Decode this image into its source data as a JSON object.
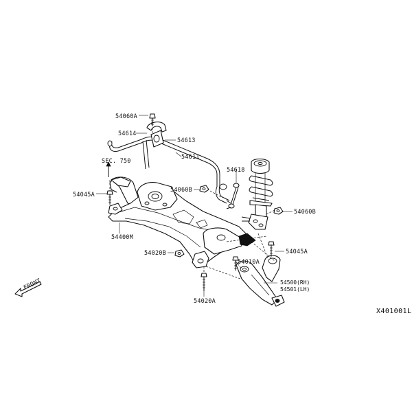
{
  "diagram": {
    "labels": {
      "p54060A": "54060A",
      "p54614": "54614",
      "p54613": "54613",
      "p54611": "54611",
      "sec750": "SEC. 750",
      "p54618": "54618",
      "p54060B_top": "54060B",
      "p54045A_left": "54045A",
      "p54060B_right": "54060B",
      "p54400M": "54400M",
      "p54020B": "54020B",
      "p54045A_right": "54045A",
      "p54010A": "54010A",
      "p54500": "54500(RH)",
      "p54501": "54501(LH)",
      "p54020A": "54020A",
      "front": "FRONT"
    },
    "figure_code": "X401001L"
  }
}
